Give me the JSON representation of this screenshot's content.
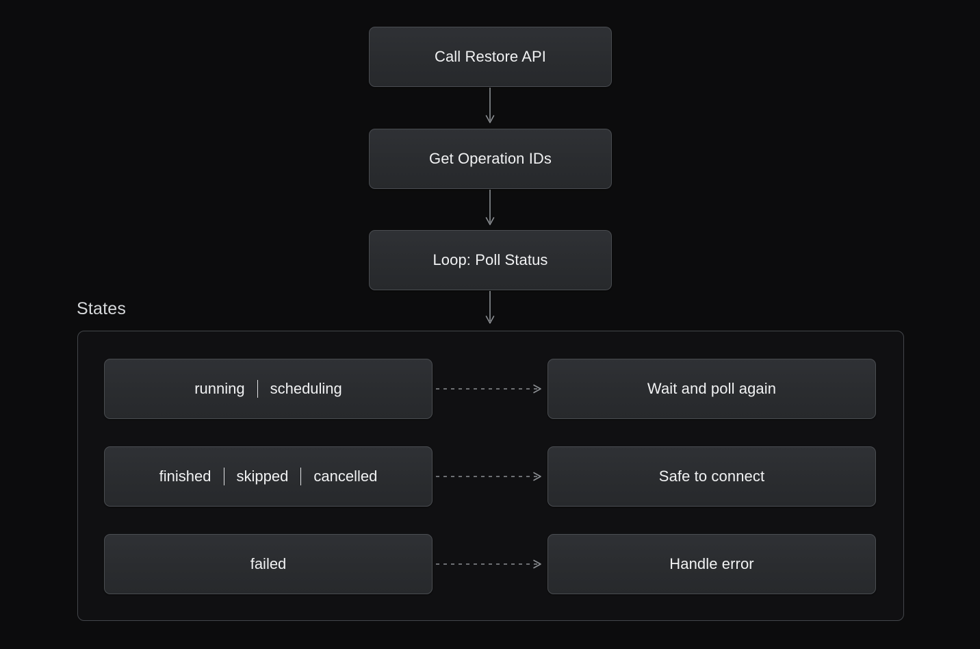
{
  "diagram": {
    "type": "flowchart",
    "direction": "top-down",
    "background_color": "#0c0c0d",
    "node_fill_color": "#2c2e31",
    "node_border_color": "#4a4d51",
    "node_text_color": "#f1f2f3",
    "edge_color": "#8d9094",
    "subgraph_border_color": "#44474b"
  },
  "flow": {
    "nodes": [
      {
        "id": "call-restore-api",
        "label": "Call Restore API"
      },
      {
        "id": "get-operation-ids",
        "label": "Get Operation IDs"
      },
      {
        "id": "loop-poll-status",
        "label": "Loop: Poll Status"
      }
    ],
    "edges": [
      {
        "from": "call-restore-api",
        "to": "get-operation-ids",
        "style": "solid"
      },
      {
        "from": "get-operation-ids",
        "to": "loop-poll-status",
        "style": "solid"
      },
      {
        "from": "loop-poll-status",
        "to": "states",
        "style": "solid"
      }
    ]
  },
  "states": {
    "title": "States",
    "rows": [
      {
        "id": "row-running",
        "state_tokens": [
          "running",
          "scheduling"
        ],
        "separator": "|",
        "action": "Wait and poll again",
        "edge_style": "dashed"
      },
      {
        "id": "row-finished",
        "state_tokens": [
          "finished",
          "skipped",
          "cancelled"
        ],
        "separator": "|",
        "action": "Safe to connect",
        "edge_style": "dashed"
      },
      {
        "id": "row-failed",
        "state_tokens": [
          "failed"
        ],
        "separator": "|",
        "action": "Handle error",
        "edge_style": "dashed"
      }
    ]
  }
}
